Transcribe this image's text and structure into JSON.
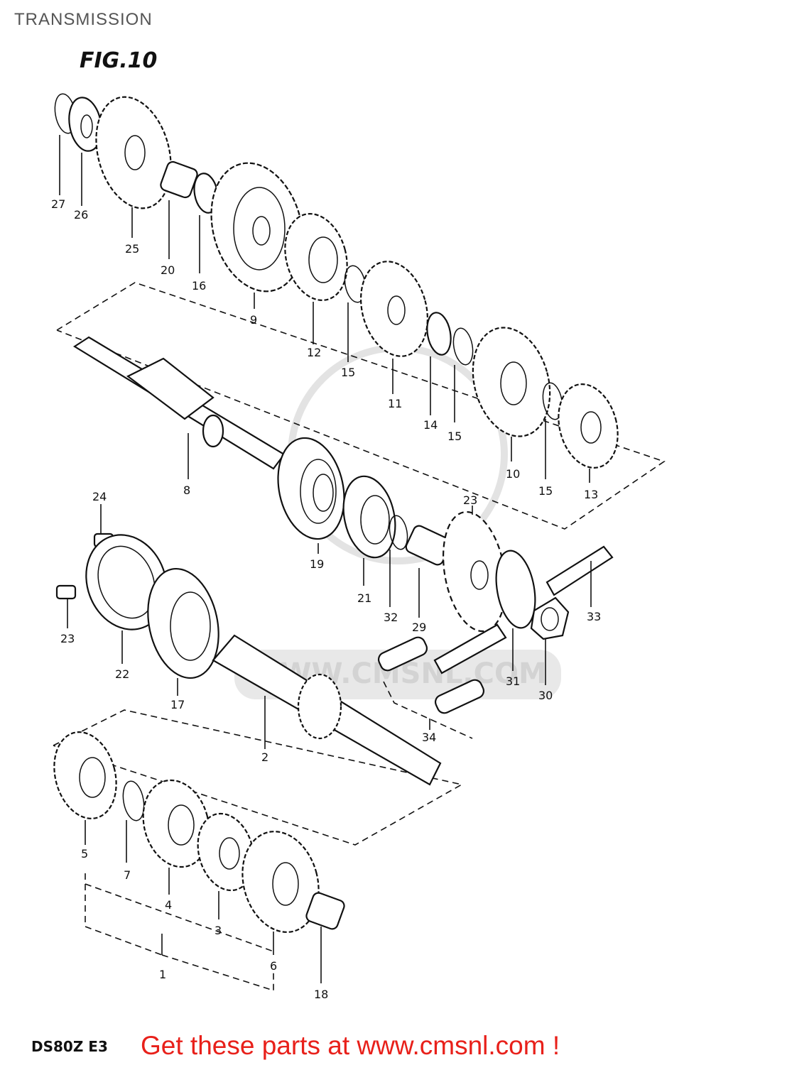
{
  "header": {
    "title": "TRANSMISSION",
    "figure": "FIG.10"
  },
  "footer": {
    "model": "DS80Z E3",
    "promo": "Get these parts at www.cmsnl.com !"
  },
  "watermark": {
    "text": "WWW.CMSNL.COM"
  },
  "callouts": {
    "p27": "27",
    "p26": "26",
    "p25": "25",
    "p20": "20",
    "p16": "16",
    "p9": "9",
    "p12": "12",
    "p15a": "15",
    "p11": "11",
    "p14": "14",
    "p15b": "15",
    "p10": "10",
    "p15c": "15",
    "p13": "13",
    "p8": "8",
    "p24": "24",
    "p23a": "23",
    "p22": "22",
    "p17": "17",
    "p19": "19",
    "p21": "21",
    "p32": "32",
    "p29": "29",
    "p23b": "23",
    "p33": "33",
    "p31": "31",
    "p30": "30",
    "p34": "34",
    "p2": "2",
    "p5": "5",
    "p7": "7",
    "p4": "4",
    "p3": "3",
    "p6": "6",
    "p1": "1",
    "p18": "18"
  },
  "colors": {
    "promo": "#e8201a",
    "line": "#111111",
    "watermark": "#d9d9d9"
  }
}
